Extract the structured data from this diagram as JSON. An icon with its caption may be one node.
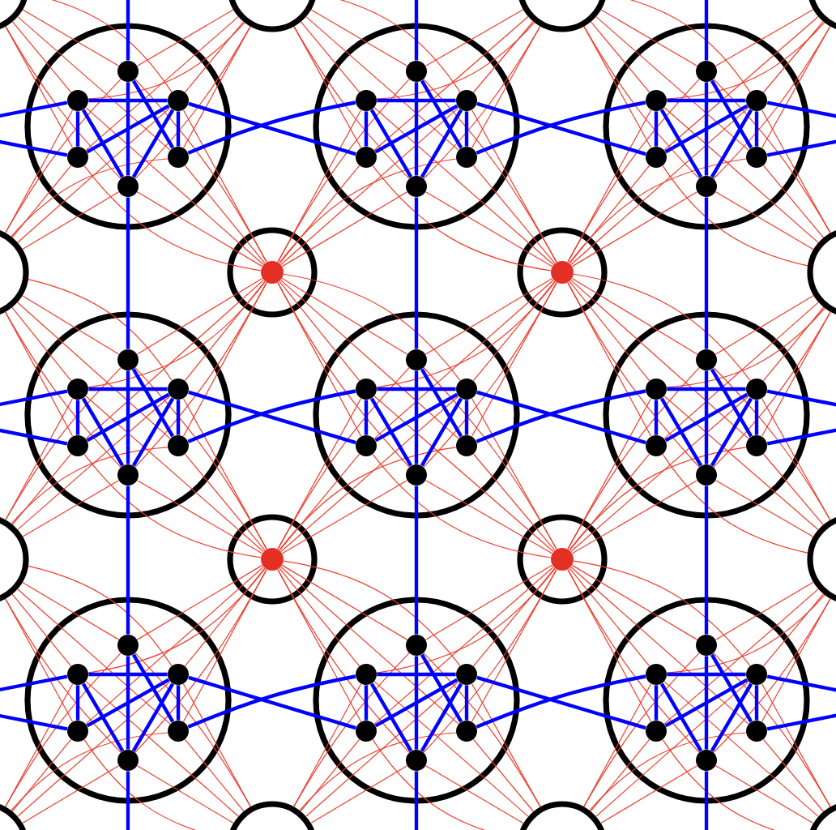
{
  "diagram": {
    "nodes": [
      {
        "text": [],
        "shape": "circle"
      },
      {
        "text": [],
        "shape": "circle",
        "in": 0
      },
      {
        "text": [],
        "shape": "circle",
        "in": 0
      },
      {
        "text": [],
        "shape": "circle",
        "in": 0
      },
      {
        "text": [],
        "shape": "circle",
        "in": 0
      },
      {
        "text": [],
        "shape": "circle",
        "in": 0
      },
      {
        "text": [],
        "shape": "circle",
        "in": 0
      },
      {
        "text": [],
        "shape": "circle"
      },
      {
        "text": [],
        "shape": "circle",
        "in": 7
      },
      {
        "text": [],
        "shape": "circle",
        "in": 7
      },
      {
        "text": [],
        "shape": "circle",
        "in": 7
      },
      {
        "text": [],
        "shape": "circle",
        "in": 7
      },
      {
        "text": [],
        "shape": "circle",
        "in": 7
      },
      {
        "text": [],
        "shape": "circle",
        "in": 7
      },
      {
        "text": [],
        "shape": "circle"
      },
      {
        "text": [],
        "shape": "circle",
        "in": 14
      },
      {
        "text": [],
        "shape": "circle",
        "in": 14
      },
      {
        "text": [],
        "shape": "circle",
        "in": 14
      },
      {
        "text": [],
        "shape": "circle",
        "in": 14
      },
      {
        "text": [],
        "shape": "circle",
        "in": 14
      },
      {
        "text": [],
        "shape": "circle",
        "in": 14
      },
      {
        "text": [],
        "shape": "circle"
      },
      {
        "text": [],
        "shape": "circle",
        "in": 21
      },
      {
        "text": [],
        "shape": "circle",
        "in": 21
      },
      {
        "text": [],
        "shape": "circle",
        "in": 21
      },
      {
        "text": [],
        "shape": "circle",
        "in": 21
      },
      {
        "text": [],
        "shape": "circle",
        "in": 21
      },
      {
        "text": [],
        "shape": "circle",
        "in": 21
      },
      {
        "text": [],
        "shape": "circle"
      },
      {
        "text": [],
        "shape": "circle",
        "in": 28
      },
      {
        "text": [],
        "shape": "circle",
        "in": 28
      },
      {
        "text": [],
        "shape": "circle",
        "in": 28
      },
      {
        "text": [],
        "shape": "circle",
        "in": 28
      },
      {
        "text": [],
        "shape": "circle",
        "in": 28
      },
      {
        "text": [],
        "shape": "circle",
        "in": 28
      },
      {
        "text": [],
        "shape": "circle"
      },
      {
        "text": [],
        "shape": "circle",
        "in": 35
      },
      {
        "text": [],
        "shape": "circle",
        "in": 35
      },
      {
        "text": [],
        "shape": "circle",
        "in": 35
      },
      {
        "text": [],
        "shape": "circle",
        "in": 35
      },
      {
        "text": [],
        "shape": "circle",
        "in": 35
      },
      {
        "text": [],
        "shape": "circle",
        "in": 35
      },
      {
        "text": [],
        "shape": "circle"
      },
      {
        "text": [],
        "shape": "circle",
        "in": 42
      },
      {
        "text": [],
        "shape": "circle",
        "in": 42
      },
      {
        "text": [],
        "shape": "circle",
        "in": 42
      },
      {
        "text": [],
        "shape": "circle",
        "in": 42
      },
      {
        "text": [],
        "shape": "circle",
        "in": 42
      },
      {
        "text": [],
        "shape": "circle",
        "in": 42
      },
      {
        "text": [],
        "shape": "circle"
      },
      {
        "text": [],
        "shape": "circle",
        "in": 49
      },
      {
        "text": [],
        "shape": "circle",
        "in": 49
      },
      {
        "text": [],
        "shape": "circle",
        "in": 49
      },
      {
        "text": [],
        "shape": "circle",
        "in": 49
      },
      {
        "text": [],
        "shape": "circle",
        "in": 49
      },
      {
        "text": [],
        "shape": "circle",
        "in": 49
      },
      {
        "text": [],
        "shape": "circle"
      },
      {
        "text": [],
        "shape": "circle",
        "in": 56
      },
      {
        "text": [],
        "shape": "circle",
        "in": 56
      },
      {
        "text": [],
        "shape": "circle",
        "in": 56
      },
      {
        "text": [],
        "shape": "circle",
        "in": 56
      },
      {
        "text": [],
        "shape": "circle",
        "in": 56
      },
      {
        "text": [],
        "shape": "circle",
        "in": 56
      },
      {
        "text": [],
        "shape": "circle"
      },
      {
        "text": [],
        "shape": "circle"
      },
      {
        "text": [],
        "shape": "circle"
      },
      {
        "text": [],
        "shape": "circle"
      },
      {
        "text": [],
        "shape": "circle"
      },
      {
        "text": [],
        "shape": "circle"
      },
      {
        "text": [],
        "shape": "circle",
        "in": 68
      },
      {
        "text": [],
        "shape": "circle"
      },
      {
        "text": [],
        "shape": "circle",
        "in": 70
      },
      {
        "text": [],
        "shape": "circle"
      },
      {
        "text": [],
        "shape": "circle"
      },
      {
        "text": [],
        "shape": "circle"
      },
      {
        "text": [],
        "shape": "circle",
        "in": 74
      },
      {
        "text": [],
        "shape": "circle"
      },
      {
        "text": [],
        "shape": "circle",
        "in": 76
      },
      {
        "text": [],
        "shape": "circle"
      },
      {
        "text": [],
        "shape": "circle"
      },
      {
        "text": [],
        "shape": "circle"
      },
      {
        "text": [],
        "shape": "circle"
      },
      {
        "text": [],
        "shape": "circle"
      }
    ],
    "edges": [
      {
        "from": 63,
        "to": 1,
        "arrow": "none"
      },
      {
        "from": 63,
        "to": 2,
        "arrow": "none"
      },
      {
        "from": 63,
        "to": 3,
        "arrow": "none"
      },
      {
        "from": 63,
        "to": 4,
        "arrow": "none"
      },
      {
        "from": 63,
        "to": 5,
        "arrow": "none"
      },
      {
        "from": 63,
        "to": 6,
        "arrow": "none"
      },
      {
        "from": 64,
        "to": 1,
        "arrow": "none"
      },
      {
        "from": 64,
        "to": 2,
        "arrow": "none"
      },
      {
        "from": 64,
        "to": 3,
        "arrow": "none"
      },
      {
        "from": 64,
        "to": 4,
        "arrow": "none"
      },
      {
        "from": 64,
        "to": 5,
        "arrow": "none"
      },
      {
        "from": 64,
        "to": 6,
        "arrow": "none"
      },
      {
        "from": 64,
        "to": 8,
        "arrow": "none"
      },
      {
        "from": 64,
        "to": 9,
        "arrow": "none"
      },
      {
        "from": 64,
        "to": 10,
        "arrow": "none"
      },
      {
        "from": 64,
        "to": 11,
        "arrow": "none"
      },
      {
        "from": 64,
        "to": 12,
        "arrow": "none"
      },
      {
        "from": 64,
        "to": 13,
        "arrow": "none"
      },
      {
        "from": 65,
        "to": 8,
        "arrow": "none"
      },
      {
        "from": 65,
        "to": 9,
        "arrow": "none"
      },
      {
        "from": 65,
        "to": 10,
        "arrow": "none"
      },
      {
        "from": 65,
        "to": 11,
        "arrow": "none"
      },
      {
        "from": 65,
        "to": 12,
        "arrow": "none"
      },
      {
        "from": 65,
        "to": 13,
        "arrow": "none"
      },
      {
        "from": 65,
        "to": 15,
        "arrow": "none"
      },
      {
        "from": 65,
        "to": 16,
        "arrow": "none"
      },
      {
        "from": 65,
        "to": 17,
        "arrow": "none"
      },
      {
        "from": 65,
        "to": 18,
        "arrow": "none"
      },
      {
        "from": 65,
        "to": 19,
        "arrow": "none"
      },
      {
        "from": 65,
        "to": 20,
        "arrow": "none"
      },
      {
        "from": 66,
        "to": 15,
        "arrow": "none"
      },
      {
        "from": 66,
        "to": 16,
        "arrow": "none"
      },
      {
        "from": 66,
        "to": 17,
        "arrow": "none"
      },
      {
        "from": 66,
        "to": 18,
        "arrow": "none"
      },
      {
        "from": 66,
        "to": 19,
        "arrow": "none"
      },
      {
        "from": 66,
        "to": 20,
        "arrow": "none"
      },
      {
        "from": 67,
        "to": 1,
        "arrow": "none"
      },
      {
        "from": 67,
        "to": 2,
        "arrow": "none"
      },
      {
        "from": 67,
        "to": 3,
        "arrow": "none"
      },
      {
        "from": 67,
        "to": 4,
        "arrow": "none"
      },
      {
        "from": 67,
        "to": 5,
        "arrow": "none"
      },
      {
        "from": 67,
        "to": 6,
        "arrow": "none"
      },
      {
        "from": 67,
        "to": 22,
        "arrow": "none"
      },
      {
        "from": 67,
        "to": 23,
        "arrow": "none"
      },
      {
        "from": 67,
        "to": 24,
        "arrow": "none"
      },
      {
        "from": 67,
        "to": 25,
        "arrow": "none"
      },
      {
        "from": 67,
        "to": 26,
        "arrow": "none"
      },
      {
        "from": 67,
        "to": 27,
        "arrow": "none"
      },
      {
        "from": 69,
        "to": 1,
        "arrow": "none"
      },
      {
        "from": 69,
        "to": 2,
        "arrow": "none"
      },
      {
        "from": 69,
        "to": 3,
        "arrow": "none"
      },
      {
        "from": 69,
        "to": 4,
        "arrow": "none"
      },
      {
        "from": 69,
        "to": 5,
        "arrow": "none"
      },
      {
        "from": 69,
        "to": 6,
        "arrow": "none"
      },
      {
        "from": 69,
        "to": 8,
        "arrow": "none"
      },
      {
        "from": 69,
        "to": 9,
        "arrow": "none"
      },
      {
        "from": 69,
        "to": 10,
        "arrow": "none"
      },
      {
        "from": 69,
        "to": 11,
        "arrow": "none"
      },
      {
        "from": 69,
        "to": 12,
        "arrow": "none"
      },
      {
        "from": 69,
        "to": 13,
        "arrow": "none"
      },
      {
        "from": 69,
        "to": 22,
        "arrow": "none"
      },
      {
        "from": 69,
        "to": 23,
        "arrow": "none"
      },
      {
        "from": 69,
        "to": 24,
        "arrow": "none"
      },
      {
        "from": 69,
        "to": 25,
        "arrow": "none"
      },
      {
        "from": 69,
        "to": 26,
        "arrow": "none"
      },
      {
        "from": 69,
        "to": 27,
        "arrow": "none"
      },
      {
        "from": 69,
        "to": 29,
        "arrow": "none"
      },
      {
        "from": 69,
        "to": 30,
        "arrow": "none"
      },
      {
        "from": 69,
        "to": 31,
        "arrow": "none"
      },
      {
        "from": 69,
        "to": 32,
        "arrow": "none"
      },
      {
        "from": 69,
        "to": 33,
        "arrow": "none"
      },
      {
        "from": 69,
        "to": 34,
        "arrow": "none"
      },
      {
        "from": 71,
        "to": 8,
        "arrow": "none"
      },
      {
        "from": 71,
        "to": 9,
        "arrow": "none"
      },
      {
        "from": 71,
        "to": 10,
        "arrow": "none"
      },
      {
        "from": 71,
        "to": 11,
        "arrow": "none"
      },
      {
        "from": 71,
        "to": 12,
        "arrow": "none"
      },
      {
        "from": 71,
        "to": 13,
        "arrow": "none"
      },
      {
        "from": 71,
        "to": 15,
        "arrow": "none"
      },
      {
        "from": 71,
        "to": 16,
        "arrow": "none"
      },
      {
        "from": 71,
        "to": 17,
        "arrow": "none"
      },
      {
        "from": 71,
        "to": 18,
        "arrow": "none"
      },
      {
        "from": 71,
        "to": 19,
        "arrow": "none"
      },
      {
        "from": 71,
        "to": 20,
        "arrow": "none"
      },
      {
        "from": 71,
        "to": 29,
        "arrow": "none"
      },
      {
        "from": 71,
        "to": 30,
        "arrow": "none"
      },
      {
        "from": 71,
        "to": 31,
        "arrow": "none"
      },
      {
        "from": 71,
        "to": 32,
        "arrow": "none"
      },
      {
        "from": 71,
        "to": 33,
        "arrow": "none"
      },
      {
        "from": 71,
        "to": 34,
        "arrow": "none"
      },
      {
        "from": 71,
        "to": 36,
        "arrow": "none"
      },
      {
        "from": 71,
        "to": 37,
        "arrow": "none"
      },
      {
        "from": 71,
        "to": 38,
        "arrow": "none"
      },
      {
        "from": 71,
        "to": 39,
        "arrow": "none"
      },
      {
        "from": 71,
        "to": 40,
        "arrow": "none"
      },
      {
        "from": 71,
        "to": 41,
        "arrow": "none"
      },
      {
        "from": 72,
        "to": 15,
        "arrow": "none"
      },
      {
        "from": 72,
        "to": 16,
        "arrow": "none"
      },
      {
        "from": 72,
        "to": 17,
        "arrow": "none"
      },
      {
        "from": 72,
        "to": 18,
        "arrow": "none"
      },
      {
        "from": 72,
        "to": 19,
        "arrow": "none"
      },
      {
        "from": 72,
        "to": 20,
        "arrow": "none"
      },
      {
        "from": 72,
        "to": 36,
        "arrow": "none"
      },
      {
        "from": 72,
        "to": 37,
        "arrow": "none"
      },
      {
        "from": 72,
        "to": 38,
        "arrow": "none"
      },
      {
        "from": 72,
        "to": 39,
        "arrow": "none"
      },
      {
        "from": 72,
        "to": 40,
        "arrow": "none"
      },
      {
        "from": 72,
        "to": 41,
        "arrow": "none"
      },
      {
        "from": 73,
        "to": 22,
        "arrow": "none"
      },
      {
        "from": 73,
        "to": 23,
        "arrow": "none"
      },
      {
        "from": 73,
        "to": 24,
        "arrow": "none"
      },
      {
        "from": 73,
        "to": 25,
        "arrow": "none"
      },
      {
        "from": 73,
        "to": 26,
        "arrow": "none"
      },
      {
        "from": 73,
        "to": 27,
        "arrow": "none"
      },
      {
        "from": 73,
        "to": 43,
        "arrow": "none"
      },
      {
        "from": 73,
        "to": 44,
        "arrow": "none"
      },
      {
        "from": 73,
        "to": 45,
        "arrow": "none"
      },
      {
        "from": 73,
        "to": 46,
        "arrow": "none"
      },
      {
        "from": 73,
        "to": 47,
        "arrow": "none"
      },
      {
        "from": 73,
        "to": 48,
        "arrow": "none"
      },
      {
        "from": 75,
        "to": 22,
        "arrow": "none"
      },
      {
        "from": 75,
        "to": 23,
        "arrow": "none"
      },
      {
        "from": 75,
        "to": 24,
        "arrow": "none"
      },
      {
        "from": 75,
        "to": 25,
        "arrow": "none"
      },
      {
        "from": 75,
        "to": 26,
        "arrow": "none"
      },
      {
        "from": 75,
        "to": 27,
        "arrow": "none"
      },
      {
        "from": 75,
        "to": 29,
        "arrow": "none"
      },
      {
        "from": 75,
        "to": 30,
        "arrow": "none"
      },
      {
        "from": 75,
        "to": 31,
        "arrow": "none"
      },
      {
        "from": 75,
        "to": 32,
        "arrow": "none"
      },
      {
        "from": 75,
        "to": 33,
        "arrow": "none"
      },
      {
        "from": 75,
        "to": 34,
        "arrow": "none"
      },
      {
        "from": 75,
        "to": 43,
        "arrow": "none"
      },
      {
        "from": 75,
        "to": 44,
        "arrow": "none"
      },
      {
        "from": 75,
        "to": 45,
        "arrow": "none"
      },
      {
        "from": 75,
        "to": 46,
        "arrow": "none"
      },
      {
        "from": 75,
        "to": 47,
        "arrow": "none"
      },
      {
        "from": 75,
        "to": 48,
        "arrow": "none"
      },
      {
        "from": 75,
        "to": 50,
        "arrow": "none"
      },
      {
        "from": 75,
        "to": 51,
        "arrow": "none"
      },
      {
        "from": 75,
        "to": 52,
        "arrow": "none"
      },
      {
        "from": 75,
        "to": 53,
        "arrow": "none"
      },
      {
        "from": 75,
        "to": 54,
        "arrow": "none"
      },
      {
        "from": 75,
        "to": 55,
        "arrow": "none"
      },
      {
        "from": 77,
        "to": 29,
        "arrow": "none"
      },
      {
        "from": 77,
        "to": 30,
        "arrow": "none"
      },
      {
        "from": 77,
        "to": 31,
        "arrow": "none"
      },
      {
        "from": 77,
        "to": 32,
        "arrow": "none"
      },
      {
        "from": 77,
        "to": 33,
        "arrow": "none"
      },
      {
        "from": 77,
        "to": 34,
        "arrow": "none"
      },
      {
        "from": 77,
        "to": 36,
        "arrow": "none"
      },
      {
        "from": 77,
        "to": 37,
        "arrow": "none"
      },
      {
        "from": 77,
        "to": 38,
        "arrow": "none"
      },
      {
        "from": 77,
        "to": 39,
        "arrow": "none"
      },
      {
        "from": 77,
        "to": 40,
        "arrow": "none"
      },
      {
        "from": 77,
        "to": 41,
        "arrow": "none"
      },
      {
        "from": 77,
        "to": 50,
        "arrow": "none"
      },
      {
        "from": 77,
        "to": 51,
        "arrow": "none"
      },
      {
        "from": 77,
        "to": 52,
        "arrow": "none"
      },
      {
        "from": 77,
        "to": 53,
        "arrow": "none"
      },
      {
        "from": 77,
        "to": 54,
        "arrow": "none"
      },
      {
        "from": 77,
        "to": 55,
        "arrow": "none"
      },
      {
        "from": 77,
        "to": 57,
        "arrow": "none"
      },
      {
        "from": 77,
        "to": 58,
        "arrow": "none"
      },
      {
        "from": 77,
        "to": 59,
        "arrow": "none"
      },
      {
        "from": 77,
        "to": 60,
        "arrow": "none"
      },
      {
        "from": 77,
        "to": 61,
        "arrow": "none"
      },
      {
        "from": 77,
        "to": 62,
        "arrow": "none"
      },
      {
        "from": 78,
        "to": 36,
        "arrow": "none"
      },
      {
        "from": 78,
        "to": 37,
        "arrow": "none"
      },
      {
        "from": 78,
        "to": 38,
        "arrow": "none"
      },
      {
        "from": 78,
        "to": 39,
        "arrow": "none"
      },
      {
        "from": 78,
        "to": 40,
        "arrow": "none"
      },
      {
        "from": 78,
        "to": 41,
        "arrow": "none"
      },
      {
        "from": 78,
        "to": 57,
        "arrow": "none"
      },
      {
        "from": 78,
        "to": 58,
        "arrow": "none"
      },
      {
        "from": 78,
        "to": 59,
        "arrow": "none"
      },
      {
        "from": 78,
        "to": 60,
        "arrow": "none"
      },
      {
        "from": 78,
        "to": 61,
        "arrow": "none"
      },
      {
        "from": 78,
        "to": 62,
        "arrow": "none"
      },
      {
        "from": 79,
        "to": 43,
        "arrow": "none"
      },
      {
        "from": 79,
        "to": 44,
        "arrow": "none"
      },
      {
        "from": 79,
        "to": 45,
        "arrow": "none"
      },
      {
        "from": 79,
        "to": 46,
        "arrow": "none"
      },
      {
        "from": 79,
        "to": 47,
        "arrow": "none"
      },
      {
        "from": 79,
        "to": 48,
        "arrow": "none"
      },
      {
        "from": 80,
        "to": 43,
        "arrow": "none"
      },
      {
        "from": 80,
        "to": 44,
        "arrow": "none"
      },
      {
        "from": 80,
        "to": 45,
        "arrow": "none"
      },
      {
        "from": 80,
        "to": 46,
        "arrow": "none"
      },
      {
        "from": 80,
        "to": 47,
        "arrow": "none"
      },
      {
        "from": 80,
        "to": 48,
        "arrow": "none"
      },
      {
        "from": 80,
        "to": 50,
        "arrow": "none"
      },
      {
        "from": 80,
        "to": 51,
        "arrow": "none"
      },
      {
        "from": 80,
        "to": 52,
        "arrow": "none"
      },
      {
        "from": 80,
        "to": 53,
        "arrow": "none"
      },
      {
        "from": 80,
        "to": 54,
        "arrow": "none"
      },
      {
        "from": 80,
        "to": 55,
        "arrow": "none"
      },
      {
        "from": 81,
        "to": 50,
        "arrow": "none"
      },
      {
        "from": 81,
        "to": 51,
        "arrow": "none"
      },
      {
        "from": 81,
        "to": 52,
        "arrow": "none"
      },
      {
        "from": 81,
        "to": 53,
        "arrow": "none"
      },
      {
        "from": 81,
        "to": 54,
        "arrow": "none"
      },
      {
        "from": 81,
        "to": 55,
        "arrow": "none"
      },
      {
        "from": 81,
        "to": 57,
        "arrow": "none"
      },
      {
        "from": 81,
        "to": 58,
        "arrow": "none"
      },
      {
        "from": 81,
        "to": 59,
        "arrow": "none"
      },
      {
        "from": 81,
        "to": 60,
        "arrow": "none"
      },
      {
        "from": 81,
        "to": 61,
        "arrow": "none"
      },
      {
        "from": 81,
        "to": 62,
        "arrow": "none"
      },
      {
        "from": 82,
        "to": 57,
        "arrow": "none"
      },
      {
        "from": 82,
        "to": 58,
        "arrow": "none"
      },
      {
        "from": 82,
        "to": 59,
        "arrow": "none"
      },
      {
        "from": 82,
        "to": 60,
        "arrow": "none"
      },
      {
        "from": 82,
        "to": 61,
        "arrow": "none"
      },
      {
        "from": 82,
        "to": 62,
        "arrow": "none"
      },
      {
        "from": 1,
        "to": 6,
        "arrow": "none",
        "style": "thick",
        "color": "#0000ff"
      },
      {
        "from": 1,
        "to": 5,
        "arrow": "none",
        "style": "thick",
        "color": "#0000ff"
      },
      {
        "from": 2,
        "to": 4,
        "arrow": "none",
        "style": "thick",
        "color": "#0000ff"
      },
      {
        "from": 2,
        "to": 6,
        "arrow": "none",
        "style": "thick",
        "color": "#0000ff"
      },
      {
        "from": 3,
        "to": 5,
        "arrow": "none",
        "style": "thick",
        "color": "#0000ff"
      },
      {
        "from": 3,
        "to": 6,
        "arrow": "none",
        "style": "thick",
        "color": "#0000ff"
      },
      {
        "from": 2,
        "to": 3,
        "arrow": "none",
        "style": "thick",
        "color": "#0000ff"
      },
      {
        "from": 3,
        "to": 4,
        "arrow": "none",
        "style": "thick",
        "color": "#0000ff"
      },
      {
        "from": 8,
        "to": 13,
        "arrow": "none",
        "style": "thick",
        "color": "#0000ff"
      },
      {
        "from": 8,
        "to": 12,
        "arrow": "none",
        "style": "thick",
        "color": "#0000ff"
      },
      {
        "from": 9,
        "to": 11,
        "arrow": "none",
        "style": "thick",
        "color": "#0000ff"
      },
      {
        "from": 9,
        "to": 13,
        "arrow": "none",
        "style": "thick",
        "color": "#0000ff"
      },
      {
        "from": 10,
        "to": 12,
        "arrow": "none",
        "style": "thick",
        "color": "#0000ff"
      },
      {
        "from": 10,
        "to": 13,
        "arrow": "none",
        "style": "thick",
        "color": "#0000ff"
      },
      {
        "from": 9,
        "to": 10,
        "arrow": "none",
        "style": "thick",
        "color": "#0000ff"
      },
      {
        "from": 10,
        "to": 11,
        "arrow": "none",
        "style": "thick",
        "color": "#0000ff"
      },
      {
        "from": 15,
        "to": 20,
        "arrow": "none",
        "style": "thick",
        "color": "#0000ff"
      },
      {
        "from": 15,
        "to": 19,
        "arrow": "none",
        "style": "thick",
        "color": "#0000ff"
      },
      {
        "from": 16,
        "to": 18,
        "arrow": "none",
        "style": "thick",
        "color": "#0000ff"
      },
      {
        "from": 16,
        "to": 20,
        "arrow": "none",
        "style": "thick",
        "color": "#0000ff"
      },
      {
        "from": 17,
        "to": 19,
        "arrow": "none",
        "style": "thick",
        "color": "#0000ff"
      },
      {
        "from": 17,
        "to": 20,
        "arrow": "none",
        "style": "thick",
        "color": "#0000ff"
      },
      {
        "from": 16,
        "to": 17,
        "arrow": "none",
        "style": "thick",
        "color": "#0000ff"
      },
      {
        "from": 17,
        "to": 18,
        "arrow": "none",
        "style": "thick",
        "color": "#0000ff"
      },
      {
        "from": 22,
        "to": 27,
        "arrow": "none",
        "style": "thick",
        "color": "#0000ff"
      },
      {
        "from": 22,
        "to": 26,
        "arrow": "none",
        "style": "thick",
        "color": "#0000ff"
      },
      {
        "from": 23,
        "to": 25,
        "arrow": "none",
        "style": "thick",
        "color": "#0000ff"
      },
      {
        "from": 23,
        "to": 27,
        "arrow": "none",
        "style": "thick",
        "color": "#0000ff"
      },
      {
        "from": 24,
        "to": 26,
        "arrow": "none",
        "style": "thick",
        "color": "#0000ff"
      },
      {
        "from": 24,
        "to": 27,
        "arrow": "none",
        "style": "thick",
        "color": "#0000ff"
      },
      {
        "from": 23,
        "to": 24,
        "arrow": "none",
        "style": "thick",
        "color": "#0000ff"
      },
      {
        "from": 24,
        "to": 25,
        "arrow": "none",
        "style": "thick",
        "color": "#0000ff"
      },
      {
        "from": 29,
        "to": 34,
        "arrow": "none",
        "style": "thick",
        "color": "#0000ff"
      },
      {
        "from": 29,
        "to": 33,
        "arrow": "none",
        "style": "thick",
        "color": "#0000ff"
      },
      {
        "from": 30,
        "to": 32,
        "arrow": "none",
        "style": "thick",
        "color": "#0000ff"
      },
      {
        "from": 30,
        "to": 34,
        "arrow": "none",
        "style": "thick",
        "color": "#0000ff"
      },
      {
        "from": 31,
        "to": 33,
        "arrow": "none",
        "style": "thick",
        "color": "#0000ff"
      },
      {
        "from": 31,
        "to": 34,
        "arrow": "none",
        "style": "thick",
        "color": "#0000ff"
      },
      {
        "from": 30,
        "to": 31,
        "arrow": "none",
        "style": "thick",
        "color": "#0000ff"
      },
      {
        "from": 31,
        "to": 32,
        "arrow": "none",
        "style": "thick",
        "color": "#0000ff"
      },
      {
        "from": 36,
        "to": 41,
        "arrow": "none",
        "style": "thick",
        "color": "#0000ff"
      },
      {
        "from": 36,
        "to": 40,
        "arrow": "none",
        "style": "thick",
        "color": "#0000ff"
      },
      {
        "from": 37,
        "to": 39,
        "arrow": "none",
        "style": "thick",
        "color": "#0000ff"
      },
      {
        "from": 37,
        "to": 41,
        "arrow": "none",
        "style": "thick",
        "color": "#0000ff"
      },
      {
        "from": 38,
        "to": 40,
        "arrow": "none",
        "style": "thick",
        "color": "#0000ff"
      },
      {
        "from": 38,
        "to": 41,
        "arrow": "none",
        "style": "thick",
        "color": "#0000ff"
      },
      {
        "from": 37,
        "to": 38,
        "arrow": "none",
        "style": "thick",
        "color": "#0000ff"
      },
      {
        "from": 38,
        "to": 39,
        "arrow": "none",
        "style": "thick",
        "color": "#0000ff"
      },
      {
        "from": 43,
        "to": 48,
        "arrow": "none",
        "style": "thick",
        "color": "#0000ff"
      },
      {
        "from": 43,
        "to": 47,
        "arrow": "none",
        "style": "thick",
        "color": "#0000ff"
      },
      {
        "from": 44,
        "to": 46,
        "arrow": "none",
        "style": "thick",
        "color": "#0000ff"
      },
      {
        "from": 44,
        "to": 48,
        "arrow": "none",
        "style": "thick",
        "color": "#0000ff"
      },
      {
        "from": 45,
        "to": 47,
        "arrow": "none",
        "style": "thick",
        "color": "#0000ff"
      },
      {
        "from": 45,
        "to": 48,
        "arrow": "none",
        "style": "thick",
        "color": "#0000ff"
      },
      {
        "from": 44,
        "to": 45,
        "arrow": "none",
        "style": "thick",
        "color": "#0000ff"
      },
      {
        "from": 45,
        "to": 46,
        "arrow": "none",
        "style": "thick",
        "color": "#0000ff"
      },
      {
        "from": 50,
        "to": 55,
        "arrow": "none",
        "style": "thick",
        "color": "#0000ff"
      },
      {
        "from": 50,
        "to": 54,
        "arrow": "none",
        "style": "thick",
        "color": "#0000ff"
      },
      {
        "from": 51,
        "to": 53,
        "arrow": "none",
        "style": "thick",
        "color": "#0000ff"
      },
      {
        "from": 51,
        "to": 55,
        "arrow": "none",
        "style": "thick",
        "color": "#0000ff"
      },
      {
        "from": 52,
        "to": 54,
        "arrow": "none",
        "style": "thick",
        "color": "#0000ff"
      },
      {
        "from": 52,
        "to": 55,
        "arrow": "none",
        "style": "thick",
        "color": "#0000ff"
      },
      {
        "from": 51,
        "to": 52,
        "arrow": "none",
        "style": "thick",
        "color": "#0000ff"
      },
      {
        "from": 52,
        "to": 53,
        "arrow": "none",
        "style": "thick",
        "color": "#0000ff"
      },
      {
        "from": 57,
        "to": 62,
        "arrow": "none",
        "style": "thick",
        "color": "#0000ff"
      },
      {
        "from": 57,
        "to": 61,
        "arrow": "none",
        "style": "thick",
        "color": "#0000ff"
      },
      {
        "from": 58,
        "to": 60,
        "arrow": "none",
        "style": "thick",
        "color": "#0000ff"
      },
      {
        "from": 58,
        "to": 62,
        "arrow": "none",
        "style": "thick",
        "color": "#0000ff"
      },
      {
        "from": 59,
        "to": 61,
        "arrow": "none",
        "style": "thick",
        "color": "#0000ff"
      },
      {
        "from": 59,
        "to": 62,
        "arrow": "none",
        "style": "thick",
        "color": "#0000ff"
      },
      {
        "from": 58,
        "to": 59,
        "arrow": "none",
        "style": "thick",
        "color": "#0000ff"
      },
      {
        "from": 59,
        "to": 60,
        "arrow": "none",
        "style": "thick",
        "color": "#0000ff"
      },
      {
        "from": 3,
        "to": 11,
        "arrow": "none",
        "style": "thick",
        "color": "#0000ff"
      },
      {
        "from": 5,
        "to": 9,
        "arrow": "none",
        "style": "thick",
        "color": "#0000ff"
      },
      {
        "from": 10,
        "to": 18,
        "arrow": "none",
        "style": "thick",
        "color": "#0000ff"
      },
      {
        "from": 12,
        "to": 16,
        "arrow": "none",
        "style": "thick",
        "color": "#0000ff"
      },
      {
        "from": 24,
        "to": 32,
        "arrow": "none",
        "style": "thick",
        "color": "#0000ff"
      },
      {
        "from": 26,
        "to": 30,
        "arrow": "none",
        "style": "thick",
        "color": "#0000ff"
      },
      {
        "from": 31,
        "to": 39,
        "arrow": "none",
        "style": "thick",
        "color": "#0000ff"
      },
      {
        "from": 33,
        "to": 37,
        "arrow": "none",
        "style": "thick",
        "color": "#0000ff"
      },
      {
        "from": 45,
        "to": 53,
        "arrow": "none",
        "style": "thick",
        "color": "#0000ff"
      },
      {
        "from": 47,
        "to": 51,
        "arrow": "none",
        "style": "thick",
        "color": "#0000ff"
      },
      {
        "from": 52,
        "to": 60,
        "arrow": "none",
        "style": "thick",
        "color": "#0000ff"
      },
      {
        "from": 54,
        "to": 58,
        "arrow": "none",
        "style": "thick",
        "color": "#0000ff"
      },
      {
        "from": 6,
        "to": 22,
        "arrow": "none",
        "style": "thick",
        "color": "#0000ff"
      },
      {
        "from": 13,
        "to": 29,
        "arrow": "none",
        "style": "thick",
        "color": "#0000ff"
      },
      {
        "from": 20,
        "to": 36,
        "arrow": "none",
        "style": "thick",
        "color": "#0000ff"
      },
      {
        "from": 27,
        "to": 43,
        "arrow": "none",
        "style": "thick",
        "color": "#0000ff"
      },
      {
        "from": 34,
        "to": 50,
        "arrow": "none",
        "style": "thick",
        "color": "#0000ff"
      },
      {
        "from": 41,
        "to": 57,
        "arrow": "none",
        "style": "thick",
        "color": "#0000ff"
      },
      {
        "from": null,
        "to": 2,
        "arrow": "none",
        "style": "thick",
        "color": "#0000ff"
      },
      {
        "from": null,
        "to": 4,
        "arrow": "none",
        "style": "thick",
        "color": "#0000ff"
      },
      {
        "from": null,
        "to": 23,
        "arrow": "none",
        "style": "thick",
        "color": "#0000ff"
      },
      {
        "from": null,
        "to": 25,
        "arrow": "none",
        "style": "thick",
        "color": "#0000ff"
      },
      {
        "from": null,
        "to": 44,
        "arrow": "none",
        "style": "thick",
        "color": "#0000ff"
      },
      {
        "from": null,
        "to": 46,
        "arrow": "none",
        "style": "thick",
        "color": "#0000ff"
      },
      {
        "from": 17,
        "to": null,
        "arrow": "none",
        "style": "thick",
        "color": "#0000ff"
      },
      {
        "from": 19,
        "to": null,
        "arrow": "none",
        "style": "thick",
        "color": "#0000ff"
      },
      {
        "from": 38,
        "to": null,
        "arrow": "none",
        "style": "thick",
        "color": "#0000ff"
      },
      {
        "from": 40,
        "to": null,
        "arrow": "none",
        "style": "thick",
        "color": "#0000ff"
      },
      {
        "from": 59,
        "to": null,
        "arrow": "none",
        "style": "thick",
        "color": "#0000ff"
      },
      {
        "from": 61,
        "to": null,
        "arrow": "none",
        "style": "thick",
        "color": "#0000ff"
      },
      {
        "from": null,
        "to": 1,
        "arrow": "none",
        "style": "thick",
        "color": "#0000ff"
      },
      {
        "from": null,
        "to": 8,
        "arrow": "none",
        "style": "thick",
        "color": "#0000ff"
      },
      {
        "from": null,
        "to": 15,
        "arrow": "none",
        "style": "thick",
        "color": "#0000ff"
      },
      {
        "from": 48,
        "to": null,
        "arrow": "none",
        "style": "thick",
        "color": "#0000ff"
      },
      {
        "from": 55,
        "to": null,
        "arrow": "none",
        "style": "thick",
        "color": "#0000ff"
      },
      {
        "from": 62,
        "to": null,
        "arrow": "none",
        "style": "thick",
        "color": "#0000ff"
      }
    ]
  }
}
